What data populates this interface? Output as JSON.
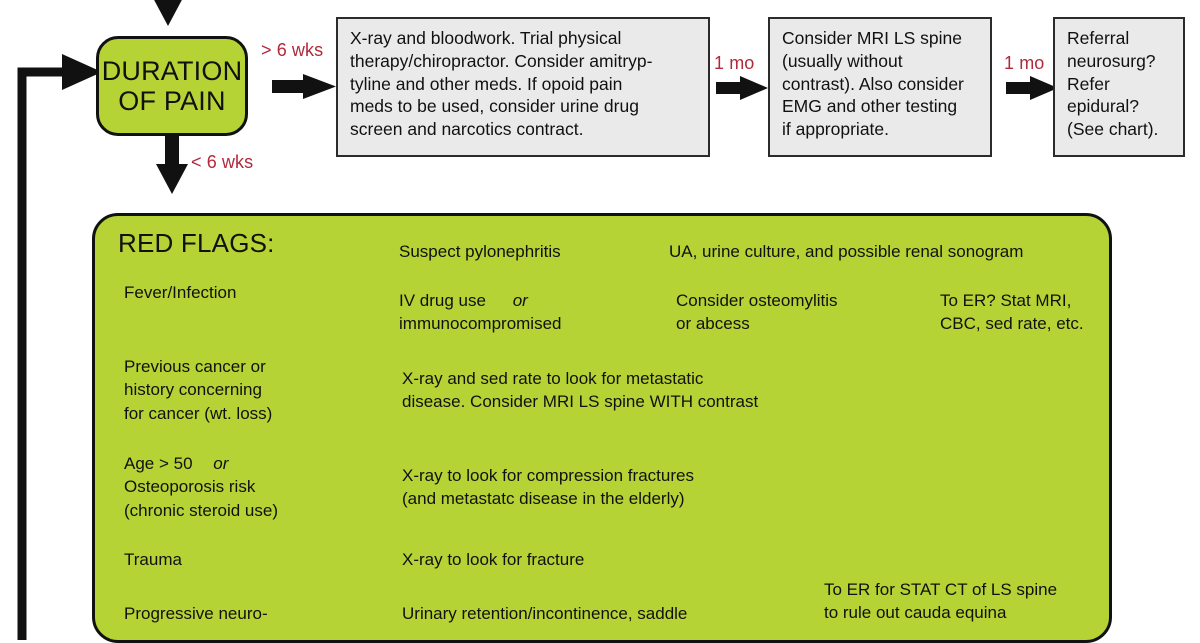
{
  "meta": {
    "title": "Low Back Pain Evaluation Algorithm",
    "colors": {
      "green": "#b5d334",
      "gray_box": "#eaeaea",
      "ink": "#111111",
      "red_label": "#b0293c"
    }
  },
  "top_flow": {
    "duration_node": {
      "line1": "DURATION",
      "line2": "OF PAIN"
    },
    "labels": {
      "gt_6wks": "> 6 wks",
      "lt_6wks": "< 6 wks",
      "one_mo_a": "1 mo",
      "one_mo_b": "1 mo"
    },
    "boxes": [
      {
        "id": "workup",
        "lines": [
          "X-ray and bloodwork. Trial physical",
          "therapy/chiropractor. Consider amitryp-",
          "tyline and other meds. If opoid pain",
          "meds to be used, consider urine drug",
          "screen and  narcotics contract."
        ]
      },
      {
        "id": "mri",
        "lines": [
          "Consider MRI LS spine",
          "(usually without",
          "contrast). Also consider",
          "EMG and other testing",
          "if appropriate."
        ]
      },
      {
        "id": "referral",
        "lines": [
          "Referral",
          "neurosurg?",
          "Refer",
          "epidural?",
          "(See chart)."
        ]
      }
    ]
  },
  "red_flags": {
    "heading": "RED FLAGS:",
    "rows": [
      {
        "id": "fever",
        "label_lines": [
          "Fever/Infection"
        ],
        "branches": [
          {
            "mid_lines": [
              "Suspect pylonephritis"
            ],
            "end_lines": [
              "UA, urine culture, and possible renal sonogram"
            ],
            "tail_lines": []
          },
          {
            "mid_lines": [
              "IV drug use",
              "immunocompromised"
            ],
            "mid_italic": "or",
            "end_lines": [
              "Consider osteomylitis",
              "or abcess"
            ],
            "tail_lines": [
              "To ER? Stat MRI,",
              "CBC, sed rate, etc."
            ]
          }
        ]
      },
      {
        "id": "cancer",
        "label_lines": [
          "Previous cancer or",
          "history concerning",
          "for cancer (wt. loss)"
        ],
        "action_lines": [
          "X-ray and sed rate to look for metastatic",
          "disease. Consider MRI LS spine WITH contrast"
        ]
      },
      {
        "id": "age-osteoporosis",
        "label_lines": [
          "Age > 50",
          "Osteoporosis risk",
          "(chronic steroid use)"
        ],
        "label_italic": "or",
        "action_lines": [
          "X-ray to look for compression fractures",
          "(and metastatc disease in the elderly)"
        ]
      },
      {
        "id": "trauma",
        "label_lines": [
          "Trauma"
        ],
        "action_lines": [
          "X-ray to look for fracture"
        ]
      },
      {
        "id": "progressive-neuro",
        "label_lines": [
          "Progressive neuro-"
        ],
        "action_lines": [
          "Urinary retention/incontinence, saddle"
        ],
        "tail_lines": [
          "To ER for STAT CT of LS spine",
          "to rule out cauda equina"
        ]
      }
    ]
  }
}
